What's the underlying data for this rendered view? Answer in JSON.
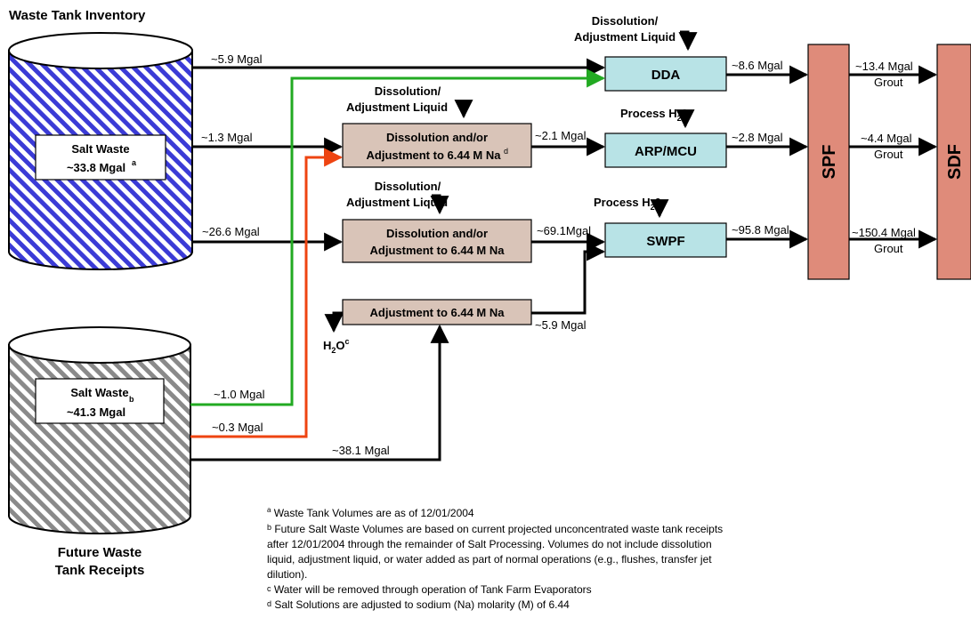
{
  "title": "Waste Tank Inventory",
  "future_title": [
    "Future Waste",
    "Tank Receipts"
  ],
  "tank1": {
    "label1": "Salt Waste",
    "label2": "~33.8 Mgal",
    "sup": "a"
  },
  "tank2": {
    "label1": "Salt Waste",
    "label2": "~41.3 Mgal",
    "sup": "b"
  },
  "dissolution_liquid": [
    "Dissolution/",
    "Adjustment Liquid"
  ],
  "process_water": {
    "text": "Process H",
    "sub": "2",
    "tail": "0"
  },
  "boxes": {
    "dda": "DDA",
    "arp": "ARP/MCU",
    "swpf": "SWPF",
    "dissolve1": {
      "line1": "Dissolution and/or",
      "line2": "Adjustment to 6.44 M Na",
      "sup": "d"
    },
    "dissolve2": {
      "line1": "Dissolution and/or",
      "line2": "Adjustment to 6.44 M Na"
    },
    "adjust": "Adjustment to 6.44 M Na",
    "spf": "SPF",
    "sdf": "SDF"
  },
  "water_out": {
    "h": "H",
    "sub": "2",
    "o": "O",
    "sup": "c"
  },
  "flows": {
    "f_5_9_top": "~5.9 Mgal",
    "f_1_3": "~1.3  Mgal",
    "f_26_6": "~26.6 Mgal",
    "f_1_0": "~1.0  Mgal",
    "f_0_3": "~0.3  Mgal",
    "f_38_1": "~38.1  Mgal",
    "f_2_1": "~2.1 Mgal",
    "f_69_1": "~69.1Mgal",
    "f_5_9_adj": "~5.9 Mgal",
    "f_8_6": "~8.6 Mgal",
    "f_2_8": "~2.8 Mgal",
    "f_95_8": "~95.8 Mgal",
    "f_13_4": "~13.4  Mgal",
    "f_4_4": "~4.4 Mgal",
    "f_150_4": "~150.4 Mgal",
    "grout": "Grout"
  },
  "footnotes": {
    "a": {
      "mark": "a",
      "text": " Waste Tank Volumes are as of 12/01/2004"
    },
    "b": {
      "mark": "b",
      "lines": [
        " Future Salt Waste Volumes are based on current projected unconcentrated waste tank receipts",
        "after 12/01/2004 through the remainder of Salt Processing.  Volumes do not include dissolution",
        "liquid, adjustment liquid, or water added as part of normal operations (e.g., flushes, transfer jet",
        "dilution)."
      ]
    },
    "c": {
      "mark": "c",
      "text": " Water will be removed through operation of Tank Farm Evaporators"
    },
    "d": {
      "mark": "d",
      "text": " Salt Solutions are adjusted to sodium (Na) molarity (M) of 6.44"
    }
  },
  "colors": {
    "blue_hatch": "#3b3bd6",
    "gray_hatch": "#8a8a8a",
    "teal_box": "#b8e3e6",
    "tan_box": "#d9c4b8",
    "salmon": "#df8b7a",
    "green": "#22aa22",
    "red": "#ee4411"
  }
}
